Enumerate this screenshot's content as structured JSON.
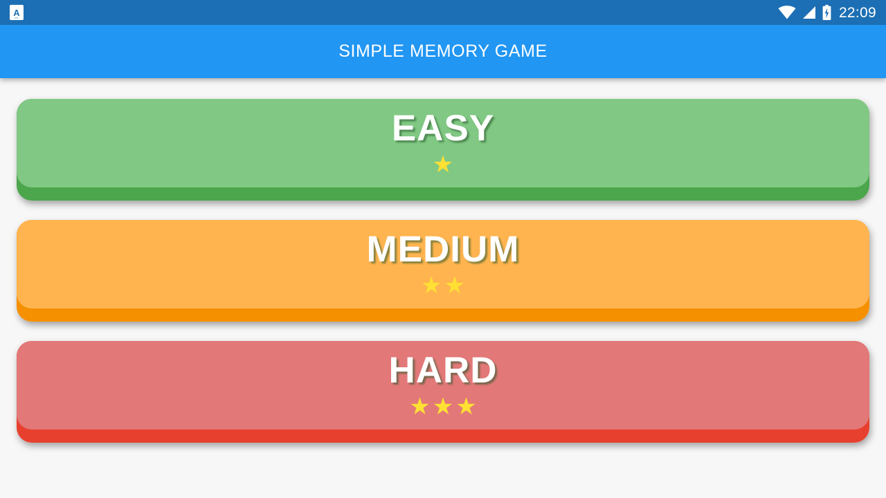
{
  "status_bar": {
    "background": "#1c6fb4",
    "notification_icon": {
      "name": "app-notification-icon",
      "letter": "A",
      "sublabel": "•••"
    },
    "icons": [
      "wifi-icon",
      "cellular-signal-icon",
      "battery-charging-icon"
    ],
    "time": "22:09"
  },
  "app_bar": {
    "title": "SIMPLE MEMORY GAME",
    "background": "#2196f3",
    "text_color": "#ffffff"
  },
  "page": {
    "background": "#f7f7f7"
  },
  "levels": [
    {
      "id": "easy",
      "label": "EASY",
      "stars": 1,
      "star_glyph": "★",
      "star_color": "#ffe033",
      "face_color": "#80c883",
      "edge_color": "#4ca64c"
    },
    {
      "id": "medium",
      "label": "MEDIUM",
      "stars": 2,
      "star_glyph": "★",
      "star_color": "#ffe033",
      "face_color": "#ffb44f",
      "edge_color": "#f59000"
    },
    {
      "id": "hard",
      "label": "HARD",
      "stars": 3,
      "star_glyph": "★",
      "star_color": "#ffe033",
      "face_color": "#e27878",
      "edge_color": "#e8402e"
    }
  ]
}
